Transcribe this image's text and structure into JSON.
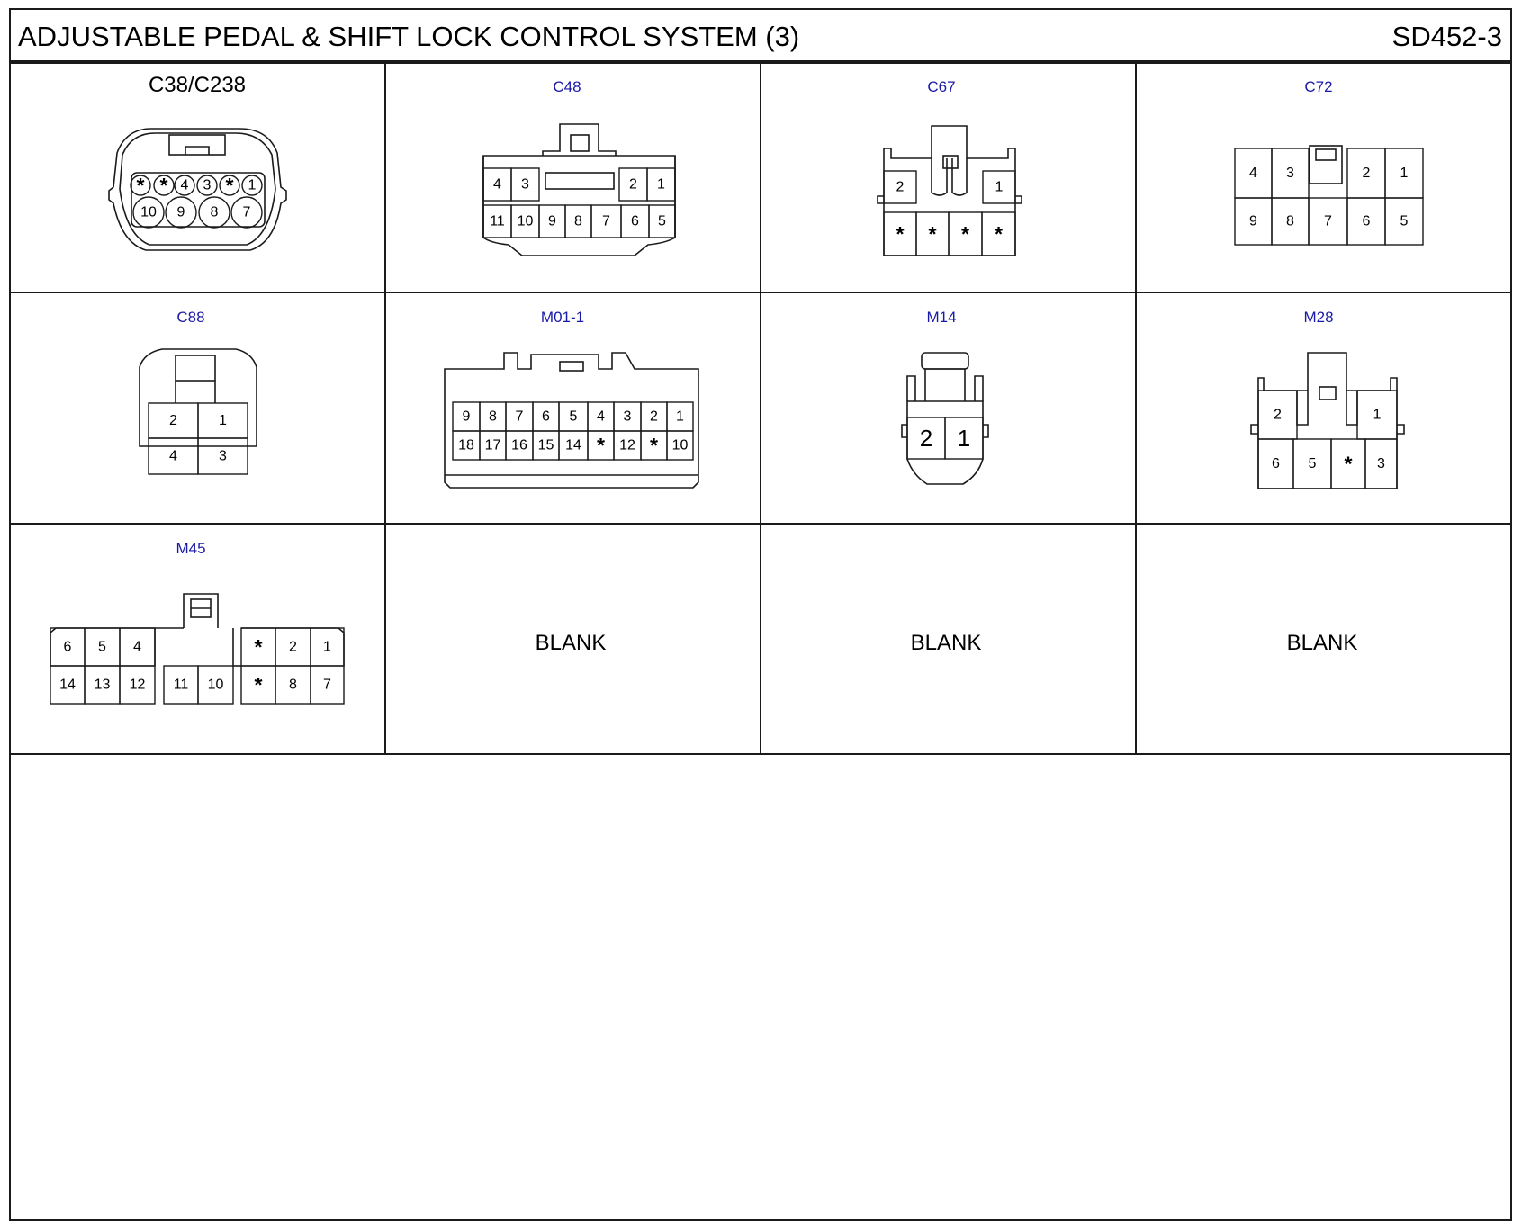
{
  "header": {
    "title": "ADJUSTABLE PEDAL & SHIFT LOCK CONTROL SYSTEM (3)",
    "code": "SD452-3"
  },
  "colors": {
    "line": "#1a1a1a",
    "label_blue": "#1a1aa8",
    "label_black": "#000000",
    "background": "#ffffff"
  },
  "connectors": [
    {
      "id": "C38/C238",
      "rows": [
        [
          "*",
          "*",
          "4",
          "3",
          "*",
          "1"
        ],
        [
          "10",
          "9",
          "8",
          "7"
        ]
      ]
    },
    {
      "id": "C48",
      "rows": [
        [
          "4",
          "3",
          "2",
          "1"
        ],
        [
          "11",
          "10",
          "9",
          "8",
          "7",
          "6",
          "5"
        ]
      ]
    },
    {
      "id": "C67",
      "rows": [
        [
          "2",
          "1"
        ],
        [
          "*",
          "*",
          "*",
          "*"
        ]
      ]
    },
    {
      "id": "C72",
      "rows": [
        [
          "4",
          "3",
          "2",
          "1"
        ],
        [
          "9",
          "8",
          "7",
          "6",
          "5"
        ]
      ]
    },
    {
      "id": "C88",
      "rows": [
        [
          "2",
          "1"
        ],
        [
          "4",
          "3"
        ]
      ]
    },
    {
      "id": "M01-1",
      "rows": [
        [
          "9",
          "8",
          "7",
          "6",
          "5",
          "4",
          "3",
          "2",
          "1"
        ],
        [
          "18",
          "17",
          "16",
          "15",
          "14",
          "*",
          "12",
          "*",
          "10"
        ]
      ]
    },
    {
      "id": "M14",
      "rows": [
        [
          "2",
          "1"
        ]
      ]
    },
    {
      "id": "M28",
      "rows": [
        [
          "2",
          "1"
        ],
        [
          "6",
          "5",
          "*",
          "3"
        ]
      ]
    },
    {
      "id": "M45",
      "rows": [
        [
          "6",
          "5",
          "4",
          "*",
          "2",
          "1"
        ],
        [
          "14",
          "13",
          "12",
          "11",
          "10",
          "*",
          "8",
          "7"
        ]
      ]
    }
  ],
  "blank_cells": [
    "BLANK",
    "BLANK",
    "BLANK"
  ]
}
